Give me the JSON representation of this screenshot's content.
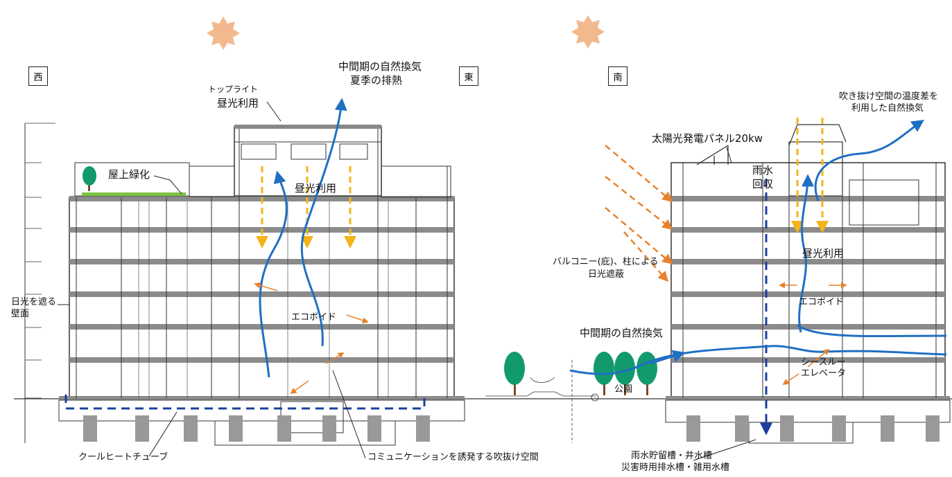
{
  "orientation": {
    "west": "西",
    "east": "東",
    "south": "南"
  },
  "labels": {
    "natural_vent_summer_1": "中間期の自然換気",
    "natural_vent_summer_2": "夏季の排熱",
    "toplight": "トップライト",
    "daylight_top": "昼光利用",
    "roof_green": "屋上緑化",
    "daylight_mid": "昼光利用",
    "ecovoid_w": "エコボイド",
    "wall_sun_1": "日光を遮る",
    "wall_sun_2": "壁面",
    "cool_heat_tube": "クールヒートチューブ",
    "comm_void": "コミュニケーションを誘発する吹抜け空間",
    "stack_vent_1": "吹き抜け空間の温度差を",
    "stack_vent_2": "利用した自然換気",
    "solar_panel": "太陽光発電パネル20kw",
    "rain_1": "雨水",
    "rain_2": "回収",
    "daylight_s": "昼光利用",
    "balcony_1": "バルコニー(庇)、柱による",
    "balcony_2": "日光遮蔽",
    "ecovoid_s": "エコボイド",
    "natural_vent_mid": "中間期の自然換気",
    "see_through_1": "シースルー",
    "see_through_2": "エレベータ",
    "park": "公園",
    "tank_1": "雨水貯留槽・井水槽",
    "tank_2": "災害時用排水槽・雑用水槽"
  },
  "colors": {
    "sun": "#f2b98e",
    "airflow": "#1f6fc2",
    "daylight": "#f3b418",
    "heat": "#e8822c",
    "tree": "#129a6e",
    "green_roof": "#7cc242",
    "duct": "#1b3fa0"
  }
}
